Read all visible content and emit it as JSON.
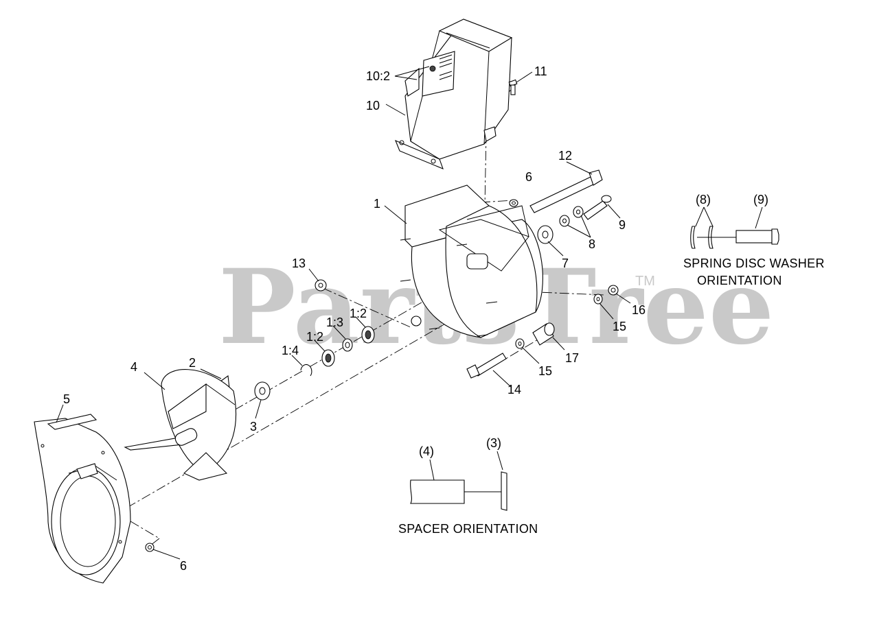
{
  "watermark": {
    "text": "PartsTree",
    "tm": "TM"
  },
  "callouts": [
    {
      "id": "10-2",
      "text": "10:2"
    },
    {
      "id": "11",
      "text": "11"
    },
    {
      "id": "10",
      "text": "10"
    },
    {
      "id": "12",
      "text": "12"
    },
    {
      "id": "6-top",
      "text": "6"
    },
    {
      "id": "1",
      "text": "1"
    },
    {
      "id": "9",
      "text": "9"
    },
    {
      "id": "8",
      "text": "8"
    },
    {
      "id": "7",
      "text": "7"
    },
    {
      "id": "13",
      "text": "13"
    },
    {
      "id": "1-2-right",
      "text": "1:2"
    },
    {
      "id": "1-3",
      "text": "1:3"
    },
    {
      "id": "1-2-left",
      "text": "1:2"
    },
    {
      "id": "1-4",
      "text": "1:4"
    },
    {
      "id": "16",
      "text": "16"
    },
    {
      "id": "15-right",
      "text": "15"
    },
    {
      "id": "15-bottom",
      "text": "15"
    },
    {
      "id": "17",
      "text": "17"
    },
    {
      "id": "14",
      "text": "14"
    },
    {
      "id": "2",
      "text": "2"
    },
    {
      "id": "4",
      "text": "4"
    },
    {
      "id": "3",
      "text": "3"
    },
    {
      "id": "5",
      "text": "5"
    },
    {
      "id": "6-bottom",
      "text": "6"
    }
  ],
  "inset_washer": {
    "label_a": "(8)",
    "label_b": "(9)",
    "caption_line1": "SPRING DISC WASHER",
    "caption_line2": "ORIENTATION"
  },
  "inset_spacer": {
    "label_a": "(4)",
    "label_b": "(3)",
    "caption": "SPACER ORIENTATION"
  }
}
